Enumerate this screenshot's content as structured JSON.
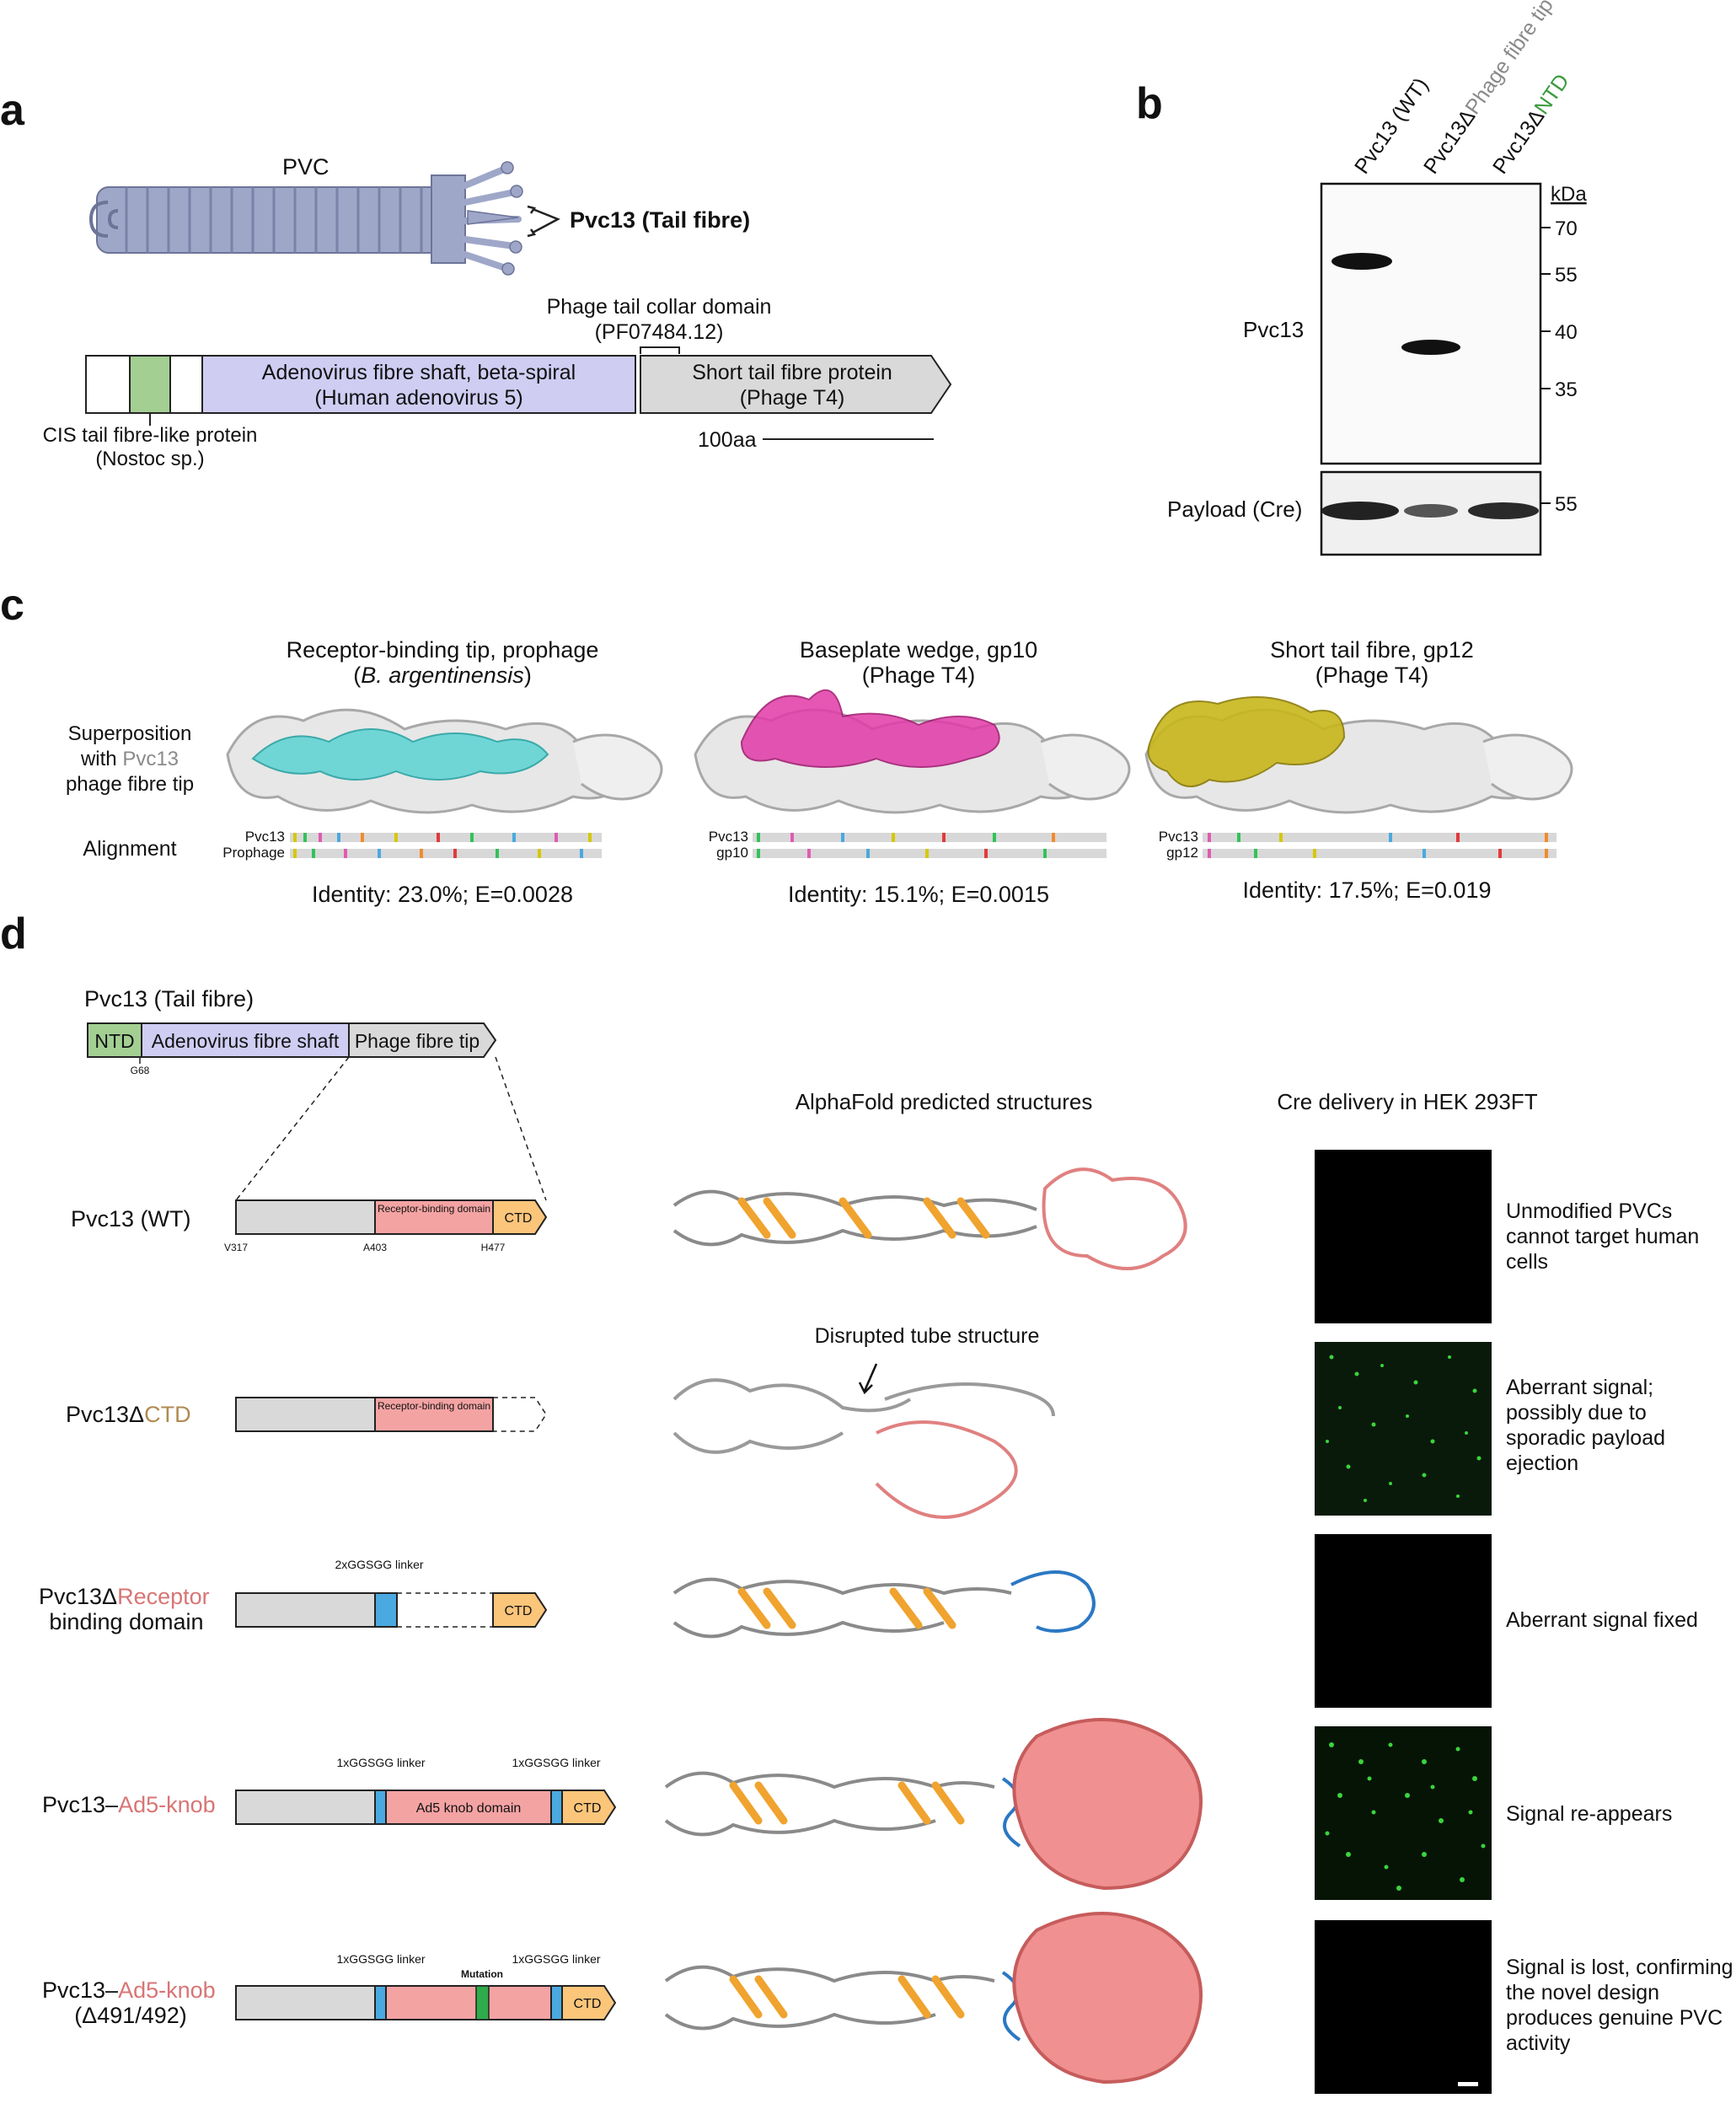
{
  "panels": {
    "a": {
      "letter": "a",
      "pvc_label": "PVC",
      "tail_fibre_label": "Pvc13 (Tail fibre)",
      "collar_title": "Phage tail collar domain",
      "collar_id": "(PF07484.12)",
      "shaft_line1": "Adenovirus fibre shaft, beta-spiral",
      "shaft_line2": "(Human adenovirus 5)",
      "short_line1": "Short tail fibre protein",
      "short_line2": "(Phage T4)",
      "cis_line1": "CIS tail fibre-like protein",
      "cis_line2": "(Nostoc sp.)",
      "scale_label": "100aa",
      "colors": {
        "green": "#a3cf93",
        "lavender": "#cfcdf2",
        "grey": "#d9d9d9"
      }
    },
    "b": {
      "letter": "b",
      "lanes": [
        "Pvc13 (WT)",
        "Pvc13Δ",
        "Phage fibre tip",
        "Pvc13Δ",
        "NTD"
      ],
      "kda_label": "kDa",
      "markers": [
        "70",
        "55",
        "40",
        "35"
      ],
      "payload_marker": "55",
      "pvc13_row": "Pvc13",
      "payload_row": "Payload (Cre)"
    },
    "c": {
      "letter": "c",
      "row_superposition": [
        "Superposition",
        "with ",
        "Pvc13",
        "phage fibre tip"
      ],
      "row_alignment": "Alignment",
      "structures": [
        {
          "title": "Receptor-binding tip, prophage",
          "subtitle": "B. argentinensis",
          "query": "Pvc13",
          "target": "Prophage",
          "identity": "Identity: 23.0%; E=0.0028",
          "color": "#2ab8b8"
        },
        {
          "title": "Baseplate wedge, gp10",
          "subtitle": "Phage T4",
          "query": "Pvc13",
          "target": "gp10",
          "identity": "Identity: 15.1%; E=0.0015",
          "color": "#c8238f"
        },
        {
          "title": "Short tail fibre, gp12",
          "subtitle": "Phage T4",
          "query": "Pvc13",
          "target": "gp12",
          "identity": "Identity: 17.5%; E=0.019",
          "color": "#a89a12"
        }
      ]
    },
    "d": {
      "letter": "d",
      "overview_title": "Pvc13 (Tail fibre)",
      "ntd": "NTD",
      "shaft": "Adenovirus fibre shaft",
      "tip": "Phage fibre tip",
      "g68": "G68",
      "col_structures": "AlphaFold predicted structures",
      "col_delivery": "Cre delivery in HEK 293FT",
      "disrupted": "Disrupted tube structure",
      "scale_bar_label": "",
      "rows": [
        {
          "name": "Pvc13 (WT)",
          "suffix": "",
          "suffix2": "",
          "rbd": "Receptor-binding domain",
          "ctd": "CTD",
          "v317": "V317",
          "a403": "A403",
          "h477": "H477",
          "result": [
            "Unmodified PVCs",
            "cannot target human",
            "cells"
          ],
          "signal": 0
        },
        {
          "name": "Pvc13Δ",
          "suffix": "CTD",
          "suffix2": "",
          "rbd": "Receptor-binding domain",
          "result": [
            "Aberrant signal;",
            "possibly due to",
            "sporadic payload",
            "ejection"
          ],
          "signal": 0.8
        },
        {
          "name": "Pvc13Δ",
          "suffix": "Receptor",
          "suffix2": "binding domain",
          "linker": "2xGGSGG linker",
          "ctd": "CTD",
          "result": [
            "Aberrant signal fixed"
          ],
          "signal": 0
        },
        {
          "name": "Pvc13–",
          "suffix": "Ad5-knob",
          "suffix2": "",
          "linker": "1xGGSGG linker",
          "knob": "Ad5 knob domain",
          "ctd": "CTD",
          "result": [
            "Signal re-appears"
          ],
          "signal": 1
        },
        {
          "name": "Pvc13–",
          "suffix": "Ad5-knob",
          "suffix2": "(Δ491/492)",
          "linker": "1xGGSGG linker",
          "mutation": "Mutation",
          "ctd": "CTD",
          "result": [
            "Signal is lost, confirming",
            "the novel design",
            "produces genuine PVC",
            "activity"
          ],
          "signal": 0
        }
      ],
      "colors": {
        "grey": "#d9d9d9",
        "salmon": "#f4a3a3",
        "ctd": "#fbc57a",
        "linker": "#4aa9e0",
        "mutation": "#2eab4a",
        "green_text": "#3a9a3a",
        "tan_text": "#b08a50",
        "salmon_text": "#d87575"
      }
    }
  }
}
